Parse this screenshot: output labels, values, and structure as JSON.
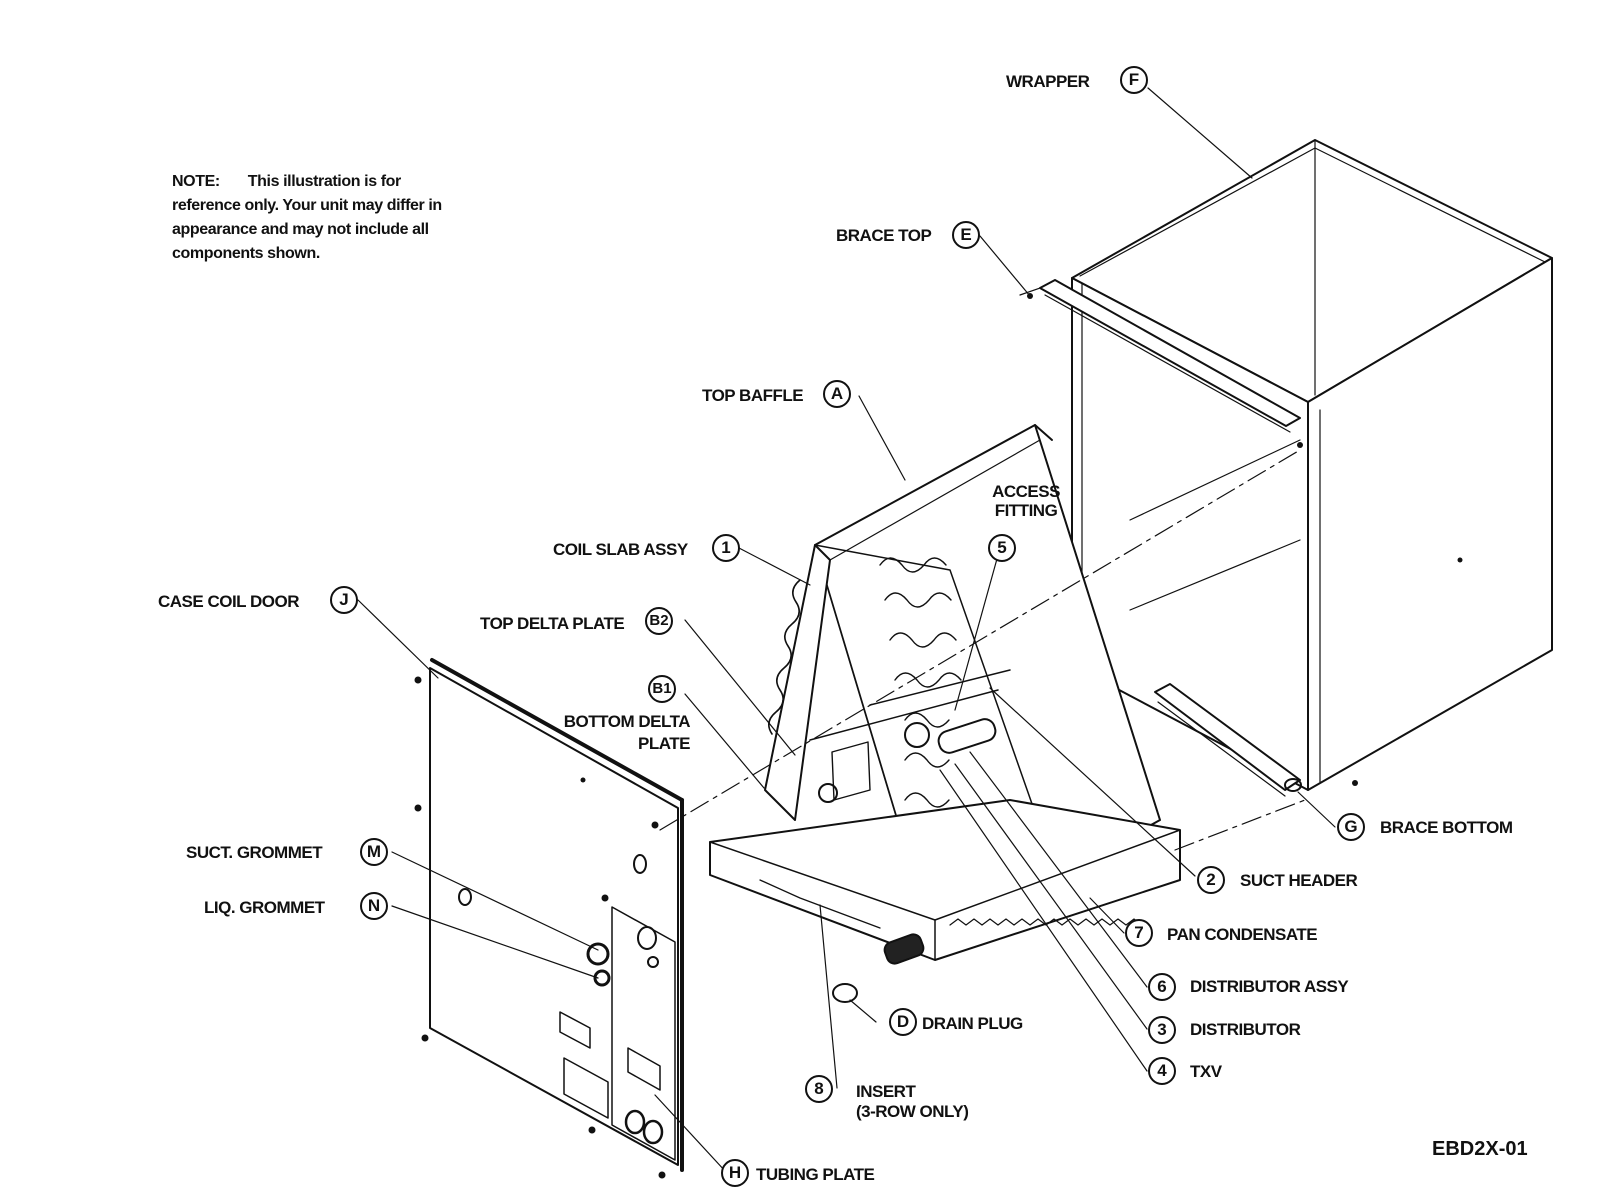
{
  "note": {
    "heading": "NOTE:",
    "text": "This illustration is for reference only. Your unit may differ in appearance and may not include all components shown."
  },
  "drawing_code": "EBD2X-01",
  "parts": {
    "wrapper": {
      "id": "F",
      "label": "WRAPPER"
    },
    "brace_top": {
      "id": "E",
      "label": "BRACE TOP"
    },
    "top_baffle": {
      "id": "A",
      "label": "TOP BAFFLE"
    },
    "access_fitting": {
      "id": "5",
      "label": "ACCESS FITTING"
    },
    "coil_slab_assy": {
      "id": "1",
      "label": "COIL SLAB ASSY"
    },
    "case_coil_door": {
      "id": "J",
      "label": "CASE COIL DOOR"
    },
    "top_delta_plate": {
      "id": "B2",
      "label": "TOP DELTA PLATE"
    },
    "bottom_delta_plate": {
      "id": "B1",
      "label_line1": "BOTTOM DELTA",
      "label_line2": "PLATE"
    },
    "brace_bottom": {
      "id": "G",
      "label": "BRACE BOTTOM"
    },
    "suct_header": {
      "id": "2",
      "label": "SUCT HEADER"
    },
    "suct_grommet": {
      "id": "M",
      "label": "SUCT. GROMMET"
    },
    "liq_grommet": {
      "id": "N",
      "label": "LIQ. GROMMET"
    },
    "pan_condensate": {
      "id": "7",
      "label": "PAN CONDENSATE"
    },
    "distributor_assy": {
      "id": "6",
      "label": "DISTRIBUTOR ASSY"
    },
    "drain_plug": {
      "id": "D",
      "label": "DRAIN PLUG"
    },
    "distributor": {
      "id": "3",
      "label": "DISTRIBUTOR"
    },
    "txv": {
      "id": "4",
      "label": "TXV"
    },
    "insert": {
      "id": "8",
      "label_line1": "INSERT",
      "label_line2": "(3-ROW ONLY)"
    },
    "tubing_plate": {
      "id": "H",
      "label": "TUBING PLATE"
    }
  }
}
